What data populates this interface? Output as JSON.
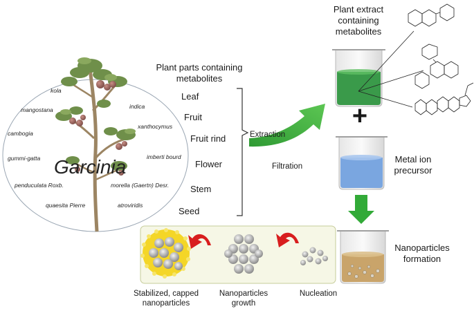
{
  "genus": "Garcinia",
  "species": [
    "kola",
    "mangostana",
    "indica",
    "xanthocymus",
    "cambogia",
    "gummi-gatta",
    "imberti bourd",
    "penduculata Roxb.",
    "morella (Gaertn) Desr.",
    "quaesita Pierre",
    "atroviridis"
  ],
  "plant_parts_title": "Plant parts containing metabolites",
  "plant_parts": [
    "Leaf",
    "Fruit",
    "Fruit rind",
    "Flower",
    "Stem",
    "Seed"
  ],
  "process_labels": {
    "extraction": "Extraction",
    "filtration": "Filtration"
  },
  "extract_title": "Plant extract containing metabolites",
  "plus_sign": "+",
  "metal_title": "Metal ion precursor",
  "nano_title": "Nanoparticles formation",
  "stages": [
    "Stabilized, capped nanoparticles",
    "Nanoparticles growth",
    "Nucleation"
  ],
  "colors": {
    "extract_liquid": "#3a9a4a",
    "metal_liquid": "#7aa6e0",
    "nano_liquid": "#c9a46a",
    "arrow_green": "#2fa836",
    "arrow_red": "#d61a1a",
    "capping_yellow": "#f2d21a",
    "particle_grey": "#9a9a9a"
  }
}
